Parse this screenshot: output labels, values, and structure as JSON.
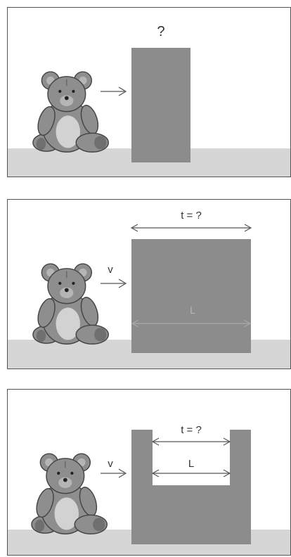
{
  "colors": {
    "obstacle": "#8c8c8c",
    "floor": "#d6d6d6",
    "bear": "#8e8e8e",
    "bear_belly": "#d2d2d2",
    "outline": "#444444"
  },
  "panels": [
    {
      "obstacle_label": "?"
    },
    {
      "velocity_label": "v",
      "time_label": "t = ?",
      "length_label": "L"
    },
    {
      "velocity_label": "v",
      "time_label": "t = ?",
      "length_label": "L"
    }
  ]
}
